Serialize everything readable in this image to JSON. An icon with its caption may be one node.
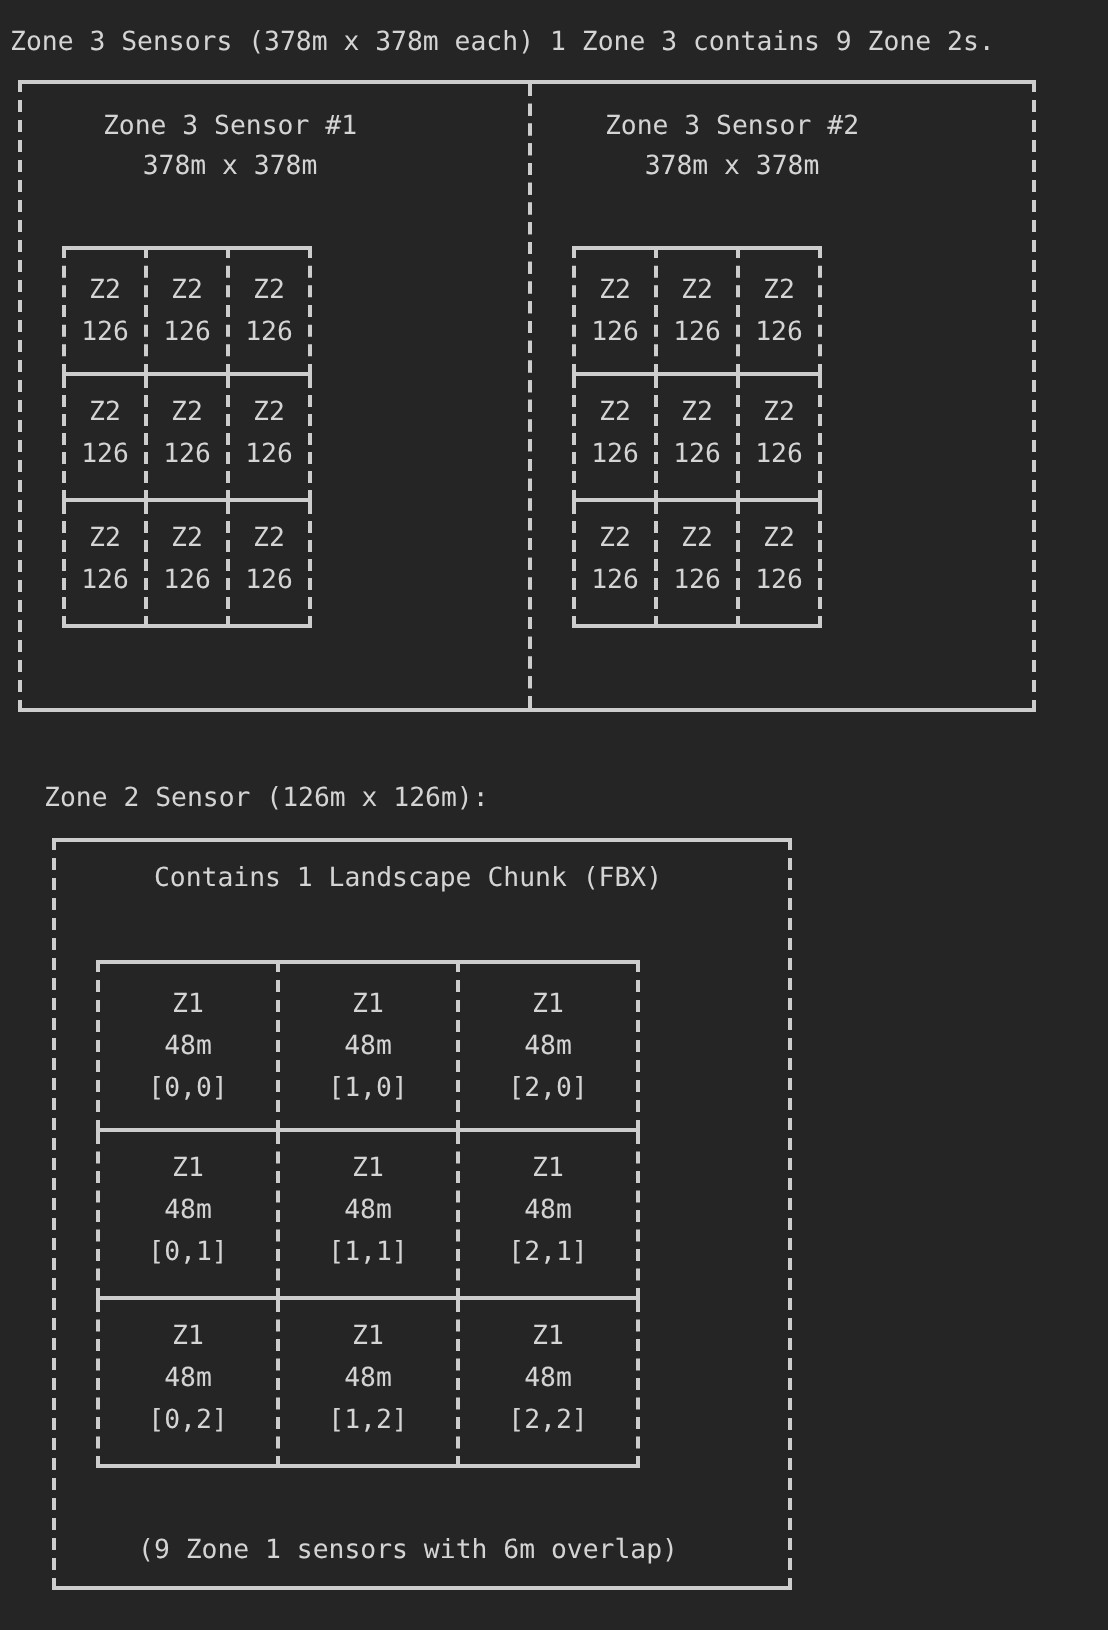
{
  "diagram": {
    "nodes": [
      {
        "text": [
          "Zone 3 Sensors (378m x 378m each)",
          "1 Zone 3 contains 9 Zone 2s."
        ]
      },
      {
        "text": [
          "Zone 3 Sensor #1",
          "378m x 378m"
        ],
        "in": 0
      },
      {
        "text": [
          "Z2",
          "126"
        ],
        "in": 1
      },
      {
        "text": [
          "Z2",
          "126"
        ],
        "in": 1
      },
      {
        "text": [
          "Z2",
          "126"
        ],
        "in": 1
      },
      {
        "text": [
          "Z2",
          "126"
        ],
        "in": 1
      },
      {
        "text": [
          "Z2",
          "126"
        ],
        "in": 1
      },
      {
        "text": [
          "Z2",
          "126"
        ],
        "in": 1
      },
      {
        "text": [
          "Z2",
          "126"
        ],
        "in": 1
      },
      {
        "text": [
          "Z2",
          "126"
        ],
        "in": 1
      },
      {
        "text": [
          "Z2",
          "126"
        ],
        "in": 1
      },
      {
        "text": [
          "Zone 3 Sensor #2",
          "378m x 378m"
        ],
        "in": 0
      },
      {
        "text": [
          "Z2",
          "126"
        ],
        "in": 11
      },
      {
        "text": [
          "Z2",
          "126"
        ],
        "in": 11
      },
      {
        "text": [
          "Z2",
          "126"
        ],
        "in": 11
      },
      {
        "text": [
          "Z2",
          "126"
        ],
        "in": 11
      },
      {
        "text": [
          "Z2",
          "126"
        ],
        "in": 11
      },
      {
        "text": [
          "Z2",
          "126"
        ],
        "in": 11
      },
      {
        "text": [
          "Z2",
          "126"
        ],
        "in": 11
      },
      {
        "text": [
          "Z2",
          "126"
        ],
        "in": 11
      },
      {
        "text": [
          "Z2",
          "126"
        ],
        "in": 11
      },
      {
        "text": [
          "Zone 2 Sensor (126m x 126m):",
          "Contains 1 Landscape Chunk (FBX)",
          "(9 Zone 1 sensors with 6m overlap)"
        ]
      },
      {
        "text": [
          "Z1",
          "48m",
          "[0,0]"
        ],
        "in": 21
      },
      {
        "text": [
          "Z1",
          "48m",
          "[1,0]"
        ],
        "in": 21
      },
      {
        "text": [
          "Z1",
          "48m",
          "[2,0]"
        ],
        "in": 21
      },
      {
        "text": [
          "Z1",
          "48m",
          "[0,1]"
        ],
        "in": 21
      },
      {
        "text": [
          "Z1",
          "48m",
          "[1,1]"
        ],
        "in": 21
      },
      {
        "text": [
          "Z1",
          "48m",
          "[2,1]"
        ],
        "in": 21
      },
      {
        "text": [
          "Z1",
          "48m",
          "[0,2]"
        ],
        "in": 21
      },
      {
        "text": [
          "Z1",
          "48m",
          "[1,2]"
        ],
        "in": 21
      },
      {
        "text": [
          "Z1",
          "48m",
          "[2,2]"
        ],
        "in": 21
      }
    ]
  }
}
